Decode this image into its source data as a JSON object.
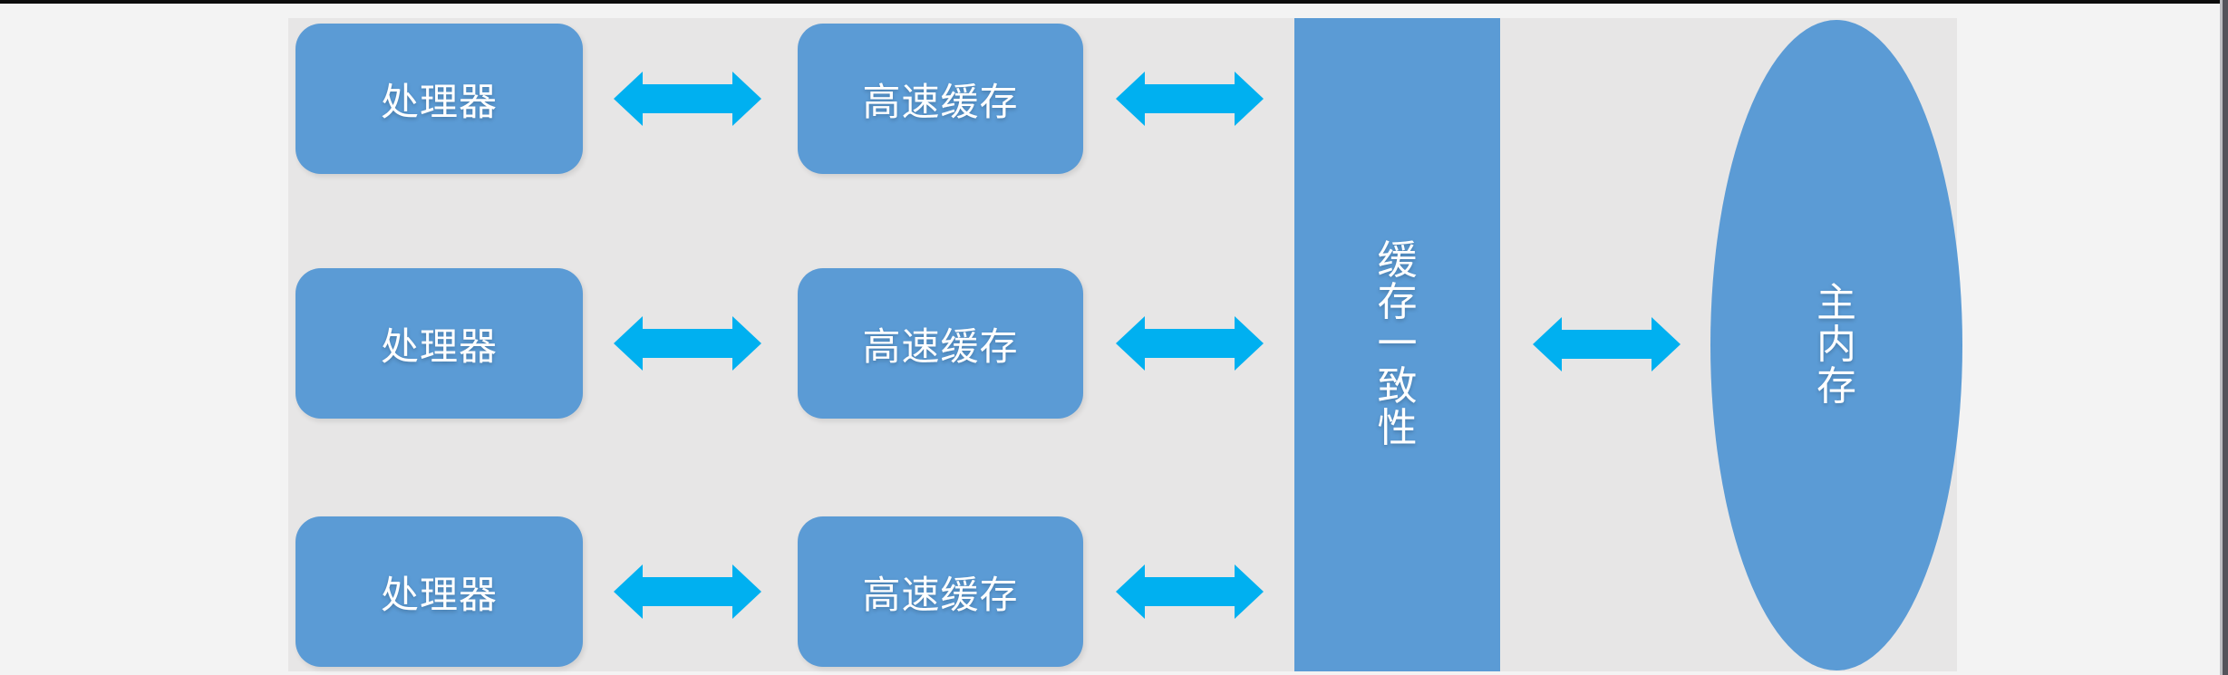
{
  "diagram": {
    "colors": {
      "page_bg": "#f3f3f3",
      "panel_bg": "#e7e6e6",
      "node_fill": "#5b9bd5",
      "node_text": "#ffffff",
      "arrow": "#00b0f0",
      "top_bar": "#0c0c0c",
      "edge_bar": "#54535b",
      "edge_line": "#bdbdc2"
    },
    "rows": [
      {
        "processor_label": "处理器",
        "cache_label": "高速缓存"
      },
      {
        "processor_label": "处理器",
        "cache_label": "高速缓存"
      },
      {
        "processor_label": "处理器",
        "cache_label": "高速缓存"
      }
    ],
    "coherence_label": "缓存一致性",
    "memory_label": "主内存"
  }
}
